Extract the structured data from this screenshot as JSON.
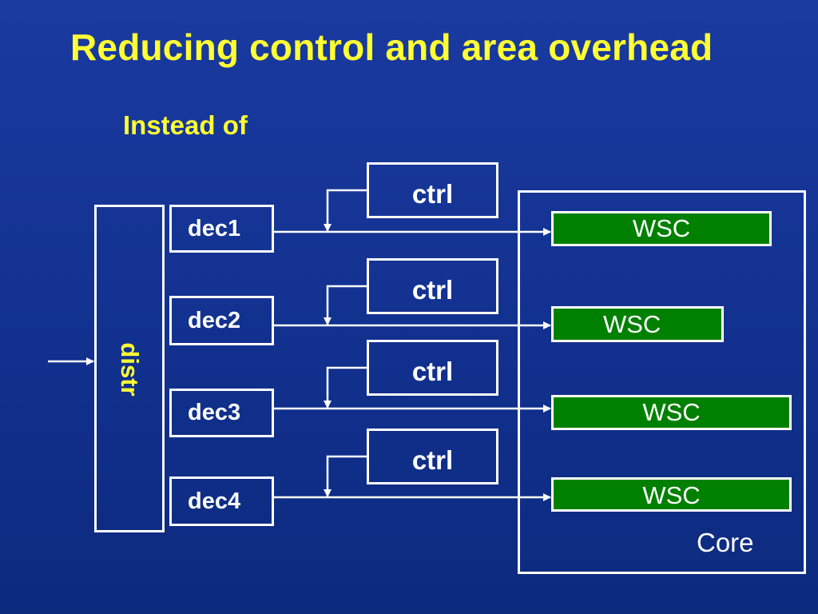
{
  "slide": {
    "title": "Reducing control and area overhead",
    "subtitle": "Instead of"
  },
  "diagram": {
    "distributor_label": "distr",
    "core_label": "Core",
    "decoders": [
      "dec1",
      "dec2",
      "dec3",
      "dec4"
    ],
    "controllers": [
      "ctrl",
      "ctrl",
      "ctrl",
      "ctrl"
    ],
    "wsc_blocks": [
      "WSC",
      "WSC",
      "WSC",
      "WSC"
    ]
  },
  "colors": {
    "background": "#1535a0",
    "title_text": "#ffff33",
    "box_border": "#ffffff",
    "wsc_fill": "#008000"
  }
}
